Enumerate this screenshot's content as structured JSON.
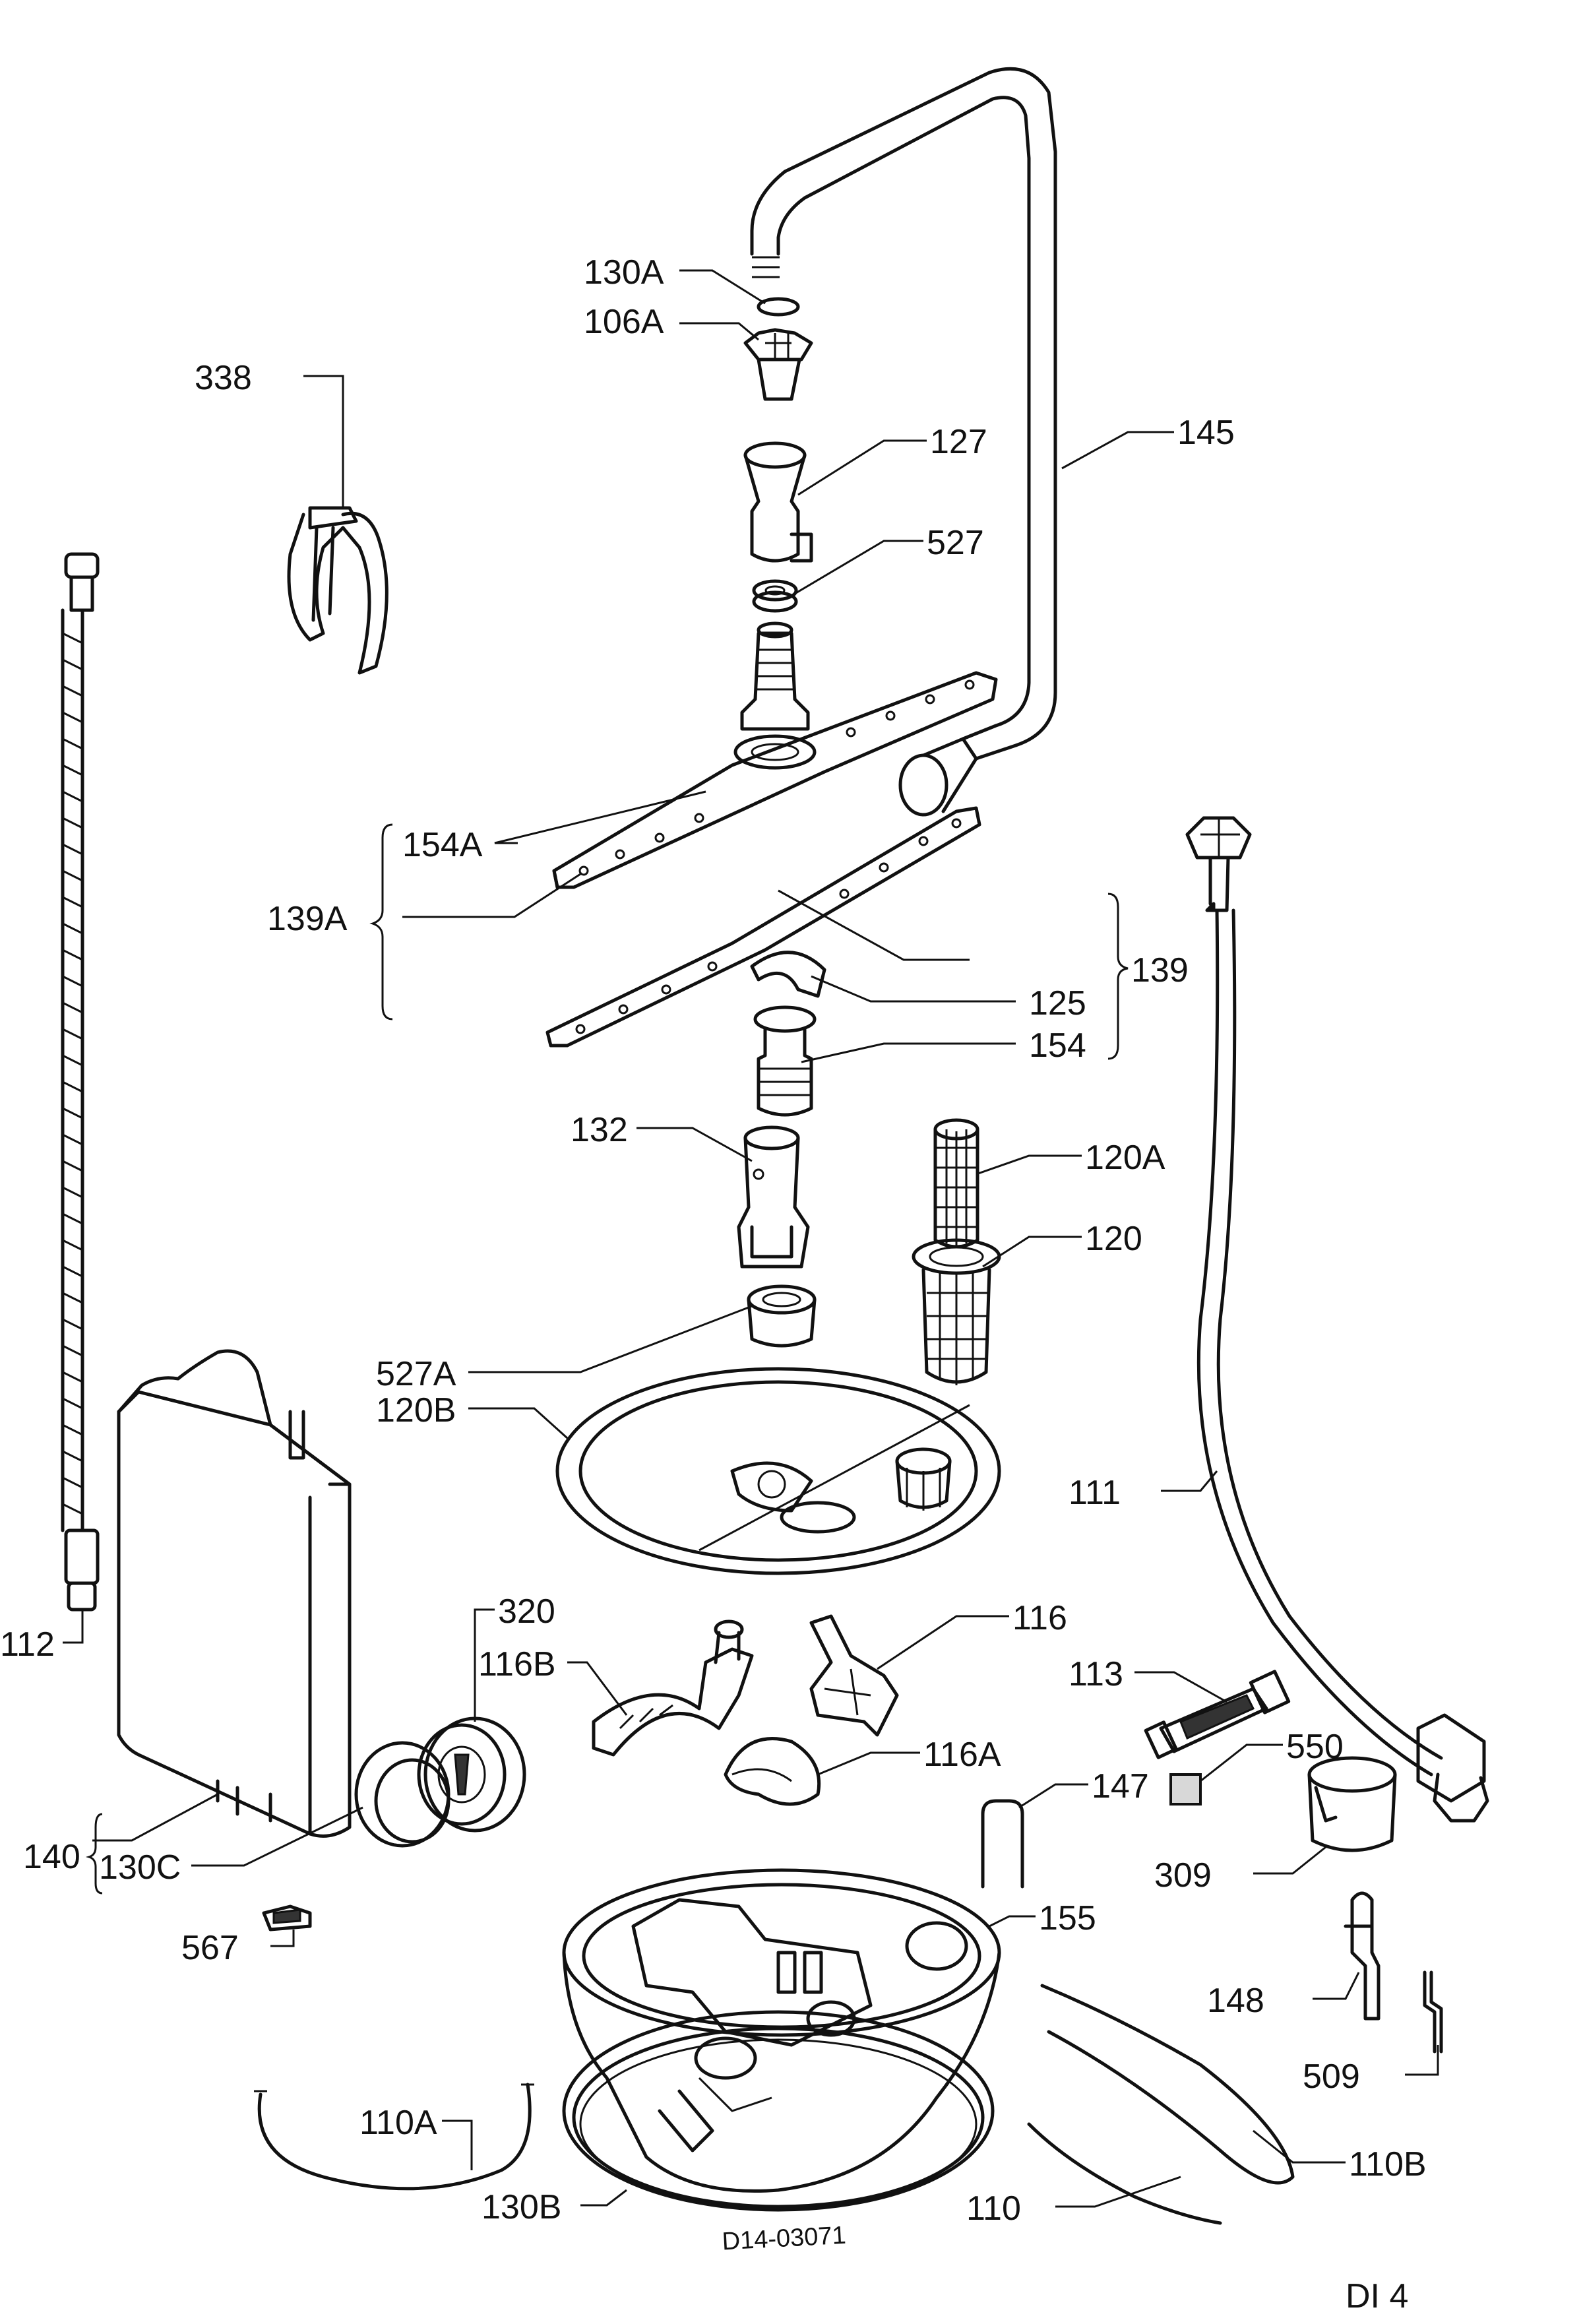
{
  "callouts": {
    "c338": "338",
    "c130A": "130A",
    "c106A": "106A",
    "c127": "127",
    "c145": "145",
    "c527": "527",
    "c154A": "154A",
    "c139A": "139A",
    "c139": "139",
    "c125": "125",
    "c154": "154",
    "c132": "132",
    "c120A": "120A",
    "c120": "120",
    "c527A": "527A",
    "c120B": "120B",
    "c111": "111",
    "c112": "112",
    "c320": "320",
    "c116B": "116B",
    "c116": "116",
    "c113": "113",
    "c116A": "116A",
    "c550": "550",
    "c147": "147",
    "c140": "140",
    "c130C": "130C",
    "c309": "309",
    "c155": "155",
    "c567": "567",
    "c148": "148",
    "c509": "509",
    "c110A": "110A",
    "c110B": "110B",
    "c130B": "130B",
    "c110": "110"
  },
  "drawing_number": "D14-03071",
  "page_code": "DI 4"
}
